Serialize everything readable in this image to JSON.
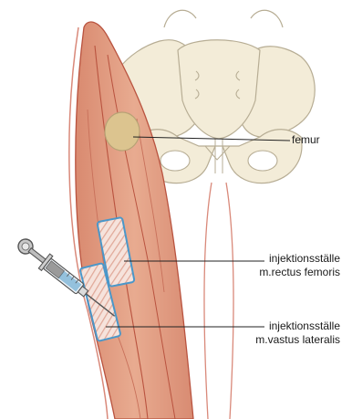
{
  "labels": {
    "femur": "femur",
    "rectus": {
      "line1": "injektionsställe",
      "line2": "m.rectus femoris"
    },
    "vastus": {
      "line1": "injektionsställe",
      "line2": "m.vastus lateralis"
    }
  },
  "colors": {
    "muscle": "#e4a487",
    "muscle_dark": "#c8705a",
    "muscle_line": "#b9533f",
    "skin_line": "#d9897a",
    "bone": "#f3ecd8",
    "bone_stroke": "#b7ad94",
    "femur_head": "#dcc48f",
    "site_stroke": "#4a97c9",
    "leader_line": "#222222"
  },
  "icons": {
    "syringe": "syringe-icon"
  }
}
